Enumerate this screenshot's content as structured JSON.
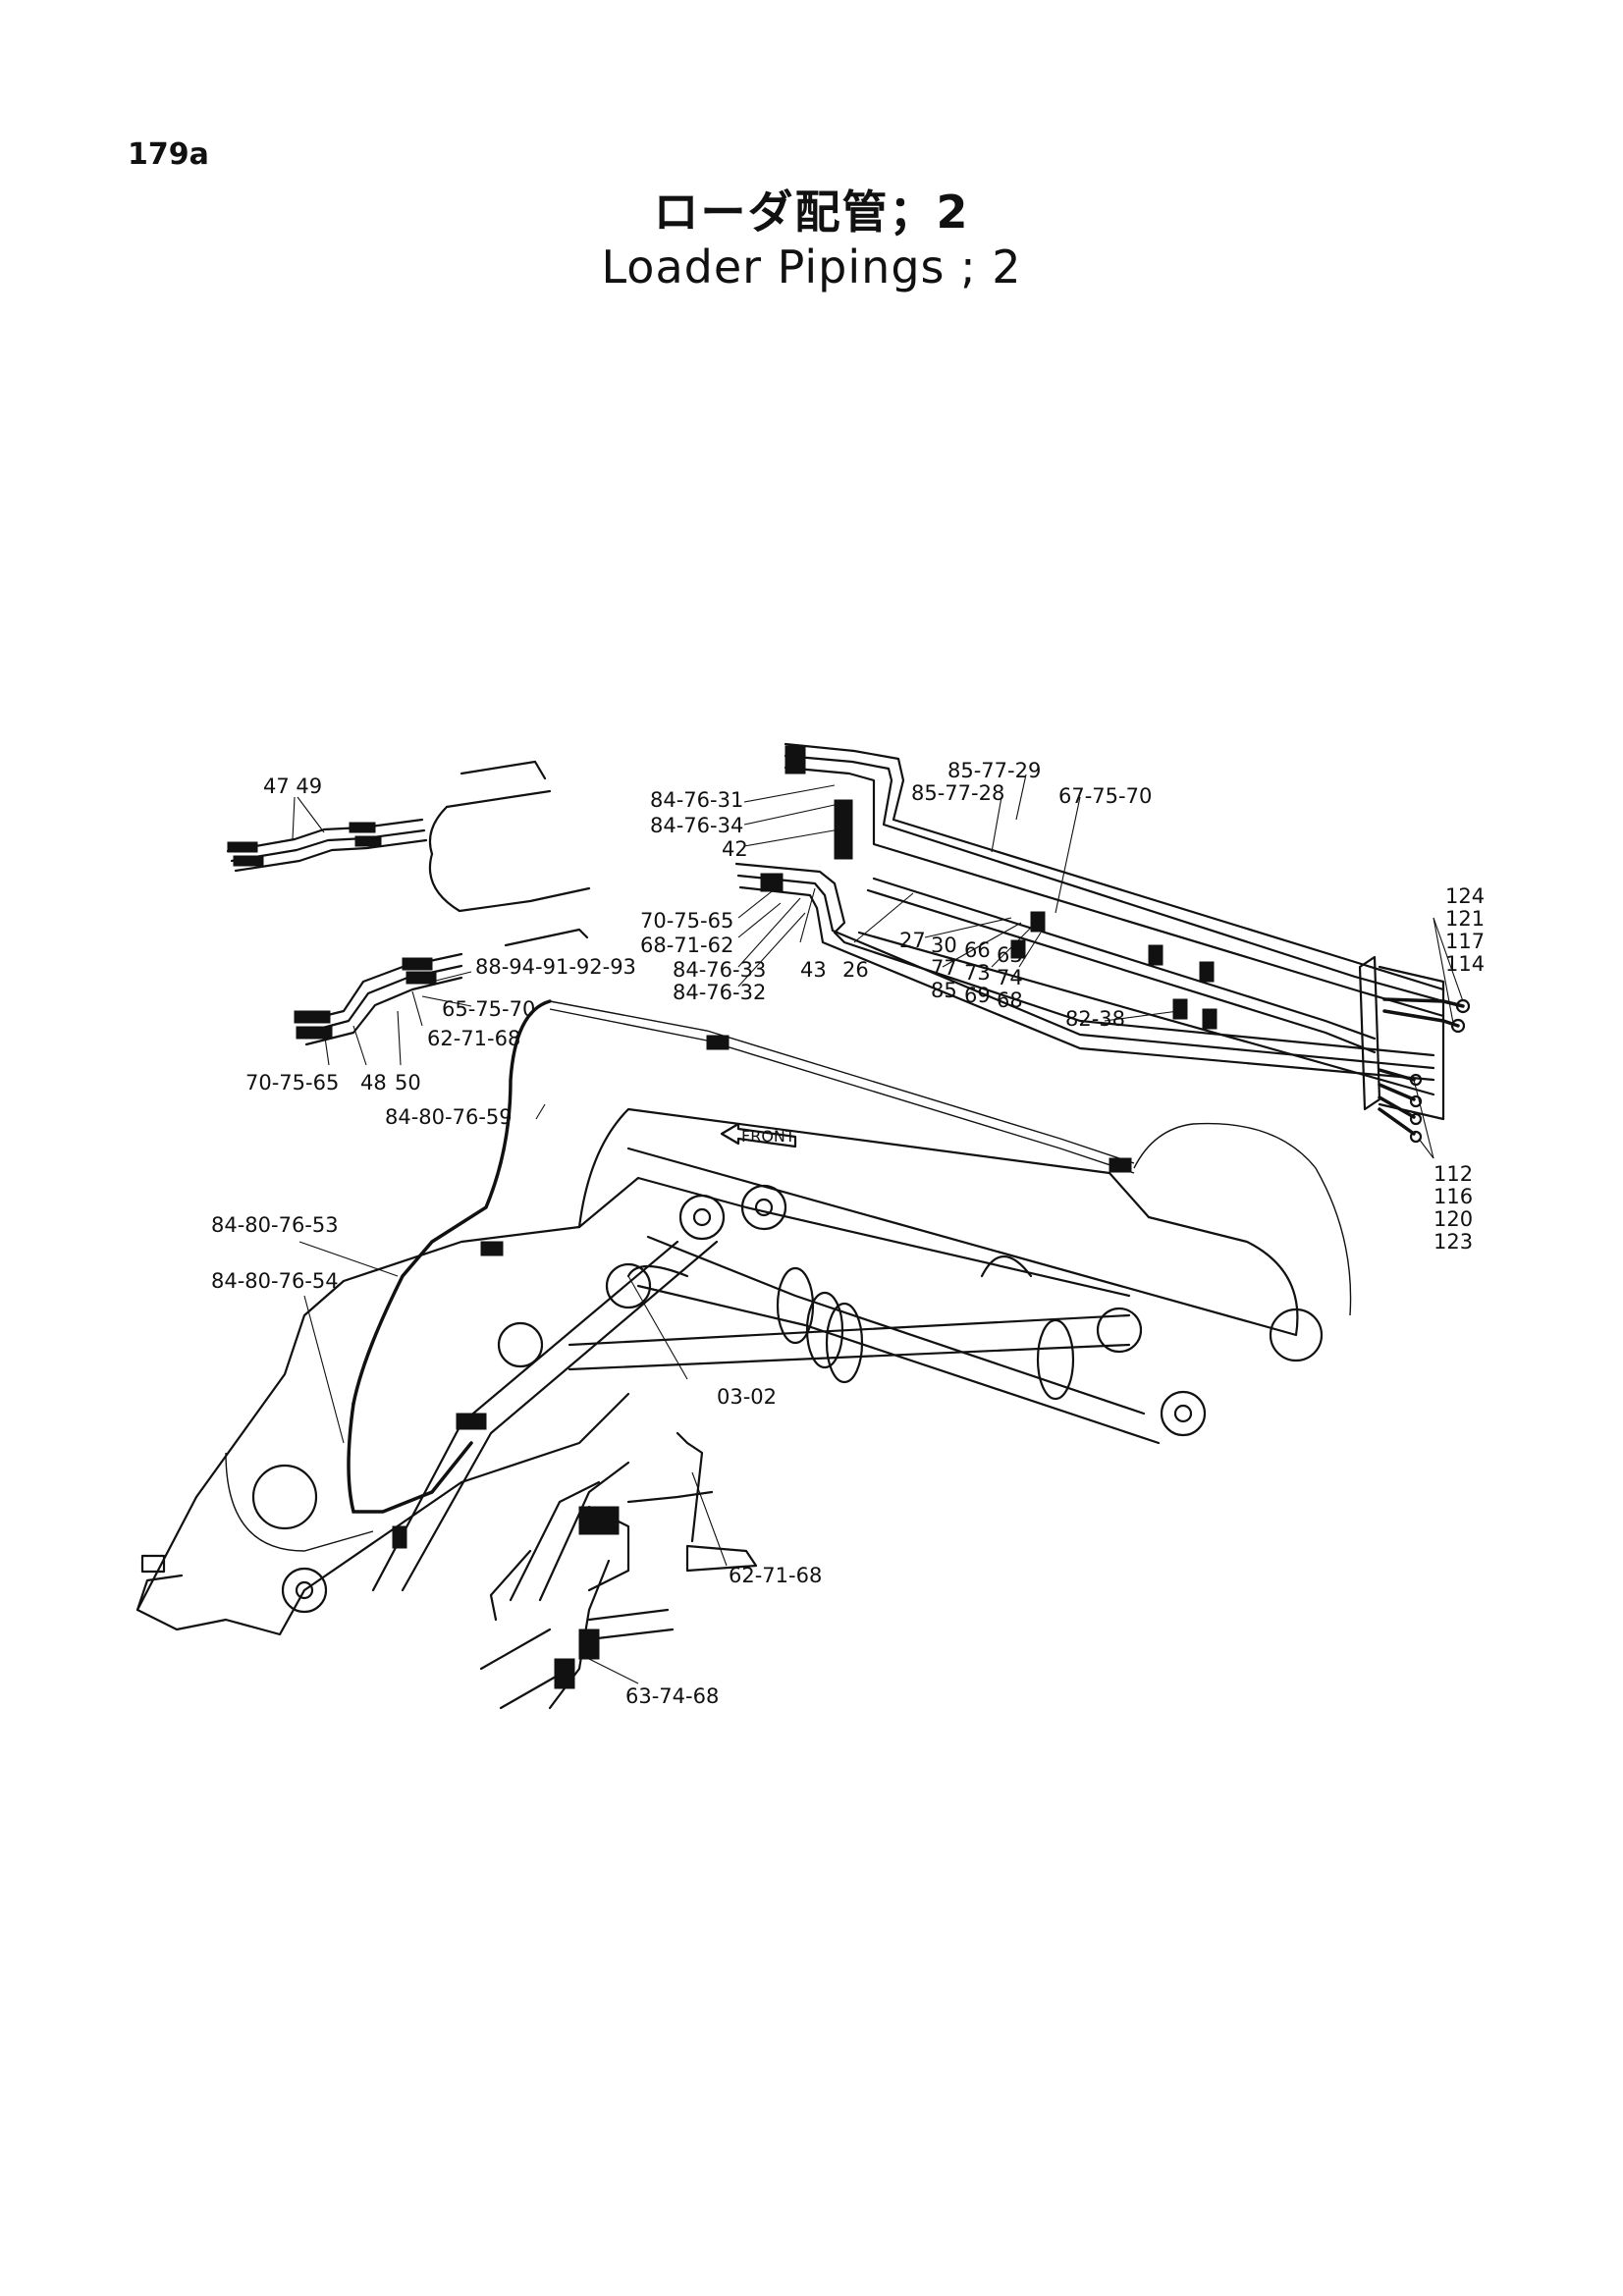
{
  "page_number": "179a",
  "title_jp": "ローダ配管；2",
  "title_en": "Loader Pipings ; 2",
  "front_label": "FRONT",
  "callouts": {
    "c47_49": "47  49",
    "c84_76_31": "84-76-31",
    "c84_76_34": "84-76-34",
    "c42": "42",
    "c85_77_29": "85-77-29",
    "c85_77_28": "85-77-28",
    "c67_75_70": "67-75-70",
    "c70_75_65_top": "70-75-65",
    "c68_71_62": "68-71-62",
    "c84_76_33": "84-76-33",
    "c84_76_32": "84-76-32",
    "c43": "43",
    "c26": "26",
    "c27": "27",
    "c30": "30",
    "c77": "77",
    "c85": "85",
    "c66": "66",
    "c73": "73",
    "c69": "69",
    "c63": "63",
    "c74": "74",
    "c68": "68",
    "c82_38": "82-38",
    "c124": "124",
    "c121": "121",
    "c117": "117",
    "c114": "114",
    "c112": "112",
    "c116": "116",
    "c120": "120",
    "c123": "123",
    "c88_94": "88-94-91-92-93",
    "c65_75_70": "65-75-70",
    "c62_71_68_left": "62-71-68",
    "c70_75_65_left": "70-75-65",
    "c48": "48",
    "c50": "50",
    "c84_80_76_59": "84-80-76-59",
    "c84_80_76_53": "84-80-76-53",
    "c84_80_76_54": "84-80-76-54",
    "c03_02": "03-02",
    "c62_71_68_bottom": "62-71-68",
    "c63_74_68": "63-74-68"
  }
}
